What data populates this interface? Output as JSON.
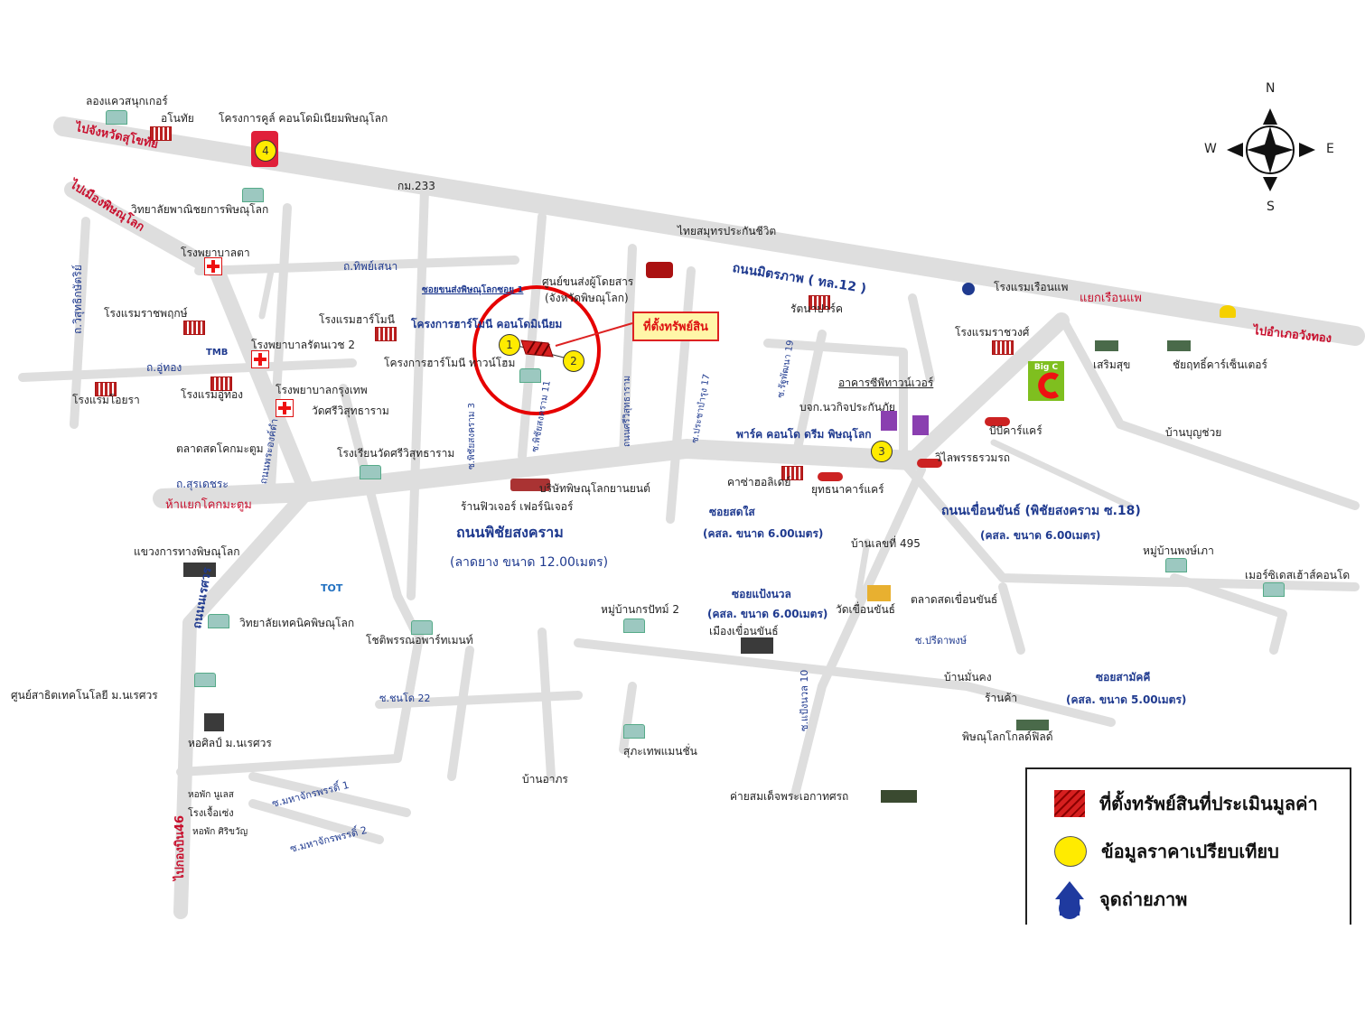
{
  "title_callout": "ที่ตั้งทรัพย์สิน",
  "compass": {
    "n": "N",
    "s": "S",
    "e": "E",
    "w": "W"
  },
  "markers": [
    "1",
    "2",
    "3",
    "4"
  ],
  "places": [
    "ลองแควสนุกเกอร์",
    "อโนทัย",
    "โครงการคูล์ คอนโดมิเนียมพิษณุโลก",
    "วิทยาลัยพาณิชยการพิษณุโลก",
    "กม.233",
    "โรงพยาบาลตา",
    "โรงแรมราชพฤกษ์",
    "โรงแรมฮาร์โมนี",
    "โรงพยาบาลรัตนเวช 2",
    "โรงแรมโอยรา",
    "โรงแรมอู่ทอง",
    "โรงพยาบาลกรุงเทพ",
    "วัดศรีวิสุทธาราม",
    "ตลาดสดโคกมะตูม",
    "โรงเรียนวัดศรีวิสุทธาราม",
    "โครงการฮาร์โมนี ทาวน์โฮม",
    "ศูนย์ขนส่งผู้โดยสาร",
    "(จังหวัดพิษณุโลก)",
    "ไทยสมุทรประกันชีวิต",
    "รัตนาปาร์ค",
    "โรงแรมเรือนแพ",
    "โรงแรมราชวงศ์",
    "เสริมสุข",
    "ชัยฤทธิ์คาร์เซ็นเตอร์",
    "อาคารซีพีทาวน์เวอร์",
    "บจก.นวกิจประกันภัย",
    "บีบีคาร์แคร์",
    "บ้านบุญช่วย",
    "วิไลพรรธรวมรถ",
    "คาซ่าฮอลิเดย์",
    "ยุทธนาคาร์แคร์",
    "บริษัทพิษณุโลกยานยนต์",
    "ร้านฟิวเจอร์ เฟอร์นิเจอร์",
    "แขวงการทางพิษณุโลก",
    "บ้านเลขที่ 495",
    "หมู่บ้านพงษ์เภา",
    "เมอร์ซิเดสเฮ้าส์คอนโด",
    "วิทยาลัยเทคนิคพิษณุโลก",
    "โชติพรรณอพาร์ทเมนท์",
    "หมู่บ้านกรปัทม์ 2",
    "วัดเขื่อนขันธ์",
    "ตลาดสดเขื่อนขันธ์",
    "เมืองเขื่อนขันธ์",
    "ศูนย์สาธิตเทคโนโลยี ม.นเรศวร",
    "หอศิลป์ ม.นเรศวร",
    "สุภะเทพแมนชั่น",
    "บ้านอาภร",
    "บ้านมั่นคง",
    "ร้านค้า",
    "พิษณุโลกโกลด์ฟิลด์",
    "ค่ายสมเด็จพระเอกาทศรถ",
    "หอพัก นูเลส",
    "โรงเจื้อเซ่ง",
    "หอพัก ศิริขวัญ"
  ],
  "directions": [
    "ไปจังหวัดสุโขทัย",
    "ไปเมืองพิษณุโลก",
    "แยกเรือนแพ",
    "ไปอำเภอวังทอง",
    "ห้าแยกโคกมะตูม",
    "ไปกองบิน46"
  ],
  "roads": [
    "ถ.ทิพย์เสนา",
    "ถ.อู่ทอง",
    "ถ.วิสุทธิกษัตริย์",
    "ซอยขนส่งพิษณุโลกซอย 1",
    "โครงการฮาร์โมนี คอนโดมิเนียม",
    "ถนนมิตรภาพ ( ทล.12 )",
    "พาร์ค คอนโด ดรีม พิษณุโลก",
    "ถ.สุรเดชระ",
    "ถนนพิชัยสงคราม",
    "(ลาดยาง ขนาด 12.00เมตร)",
    "ซอยสดใส",
    "(คสล. ขนาด 6.00เมตร)",
    "ถนนเขื่อนขันธ์ (พิชัยสงคราม ซ.18)",
    "(คสล. ขนาด 6.00เมตร)",
    "ซอยแป้งนวล",
    "(คสล. ขนาด 6.00เมตร)",
    "ถนนนเรศวร",
    "ซ.ชนโด 22",
    "ซ.ปรีดาพงษ์",
    "ซ.แป้งนวล 10",
    "ซอยสามัคคี",
    "(คสล. ขนาด 5.00เมตร)",
    "ซ.มหาจักรพรรดิ์ 1",
    "ซ.มหาจักรพรรดิ์ 2",
    "ถนนพระองค์ดำ",
    "ซ.พิชัยสงคราม 11",
    "ถนนศรีวิสุทธาราม",
    "ซ.รัฐพัฒนา 19",
    "ซ.พิชัยสงคราม 3",
    "ซ.ประชาบำรุง 17"
  ],
  "brands": {
    "tmb": "TMB",
    "tot": "TOT",
    "bigc": "Big C"
  },
  "legend": [
    {
      "label": "ที่ตั้งทรัพย์สินที่ประเมินมูลค่า",
      "symbol": "red-hatched-square"
    },
    {
      "label": "ข้อมูลราคาเปรียบเทียบ",
      "symbol": "yellow-circle"
    },
    {
      "label": "จุดถ่ายภาพ",
      "symbol": "blue-arrow"
    }
  ],
  "colors": {
    "road": "#dedede",
    "subject": "#d61f1f",
    "comparable": "#ffeb00",
    "road_label": "#1f3a8f",
    "direction_label": "#c8102e"
  }
}
